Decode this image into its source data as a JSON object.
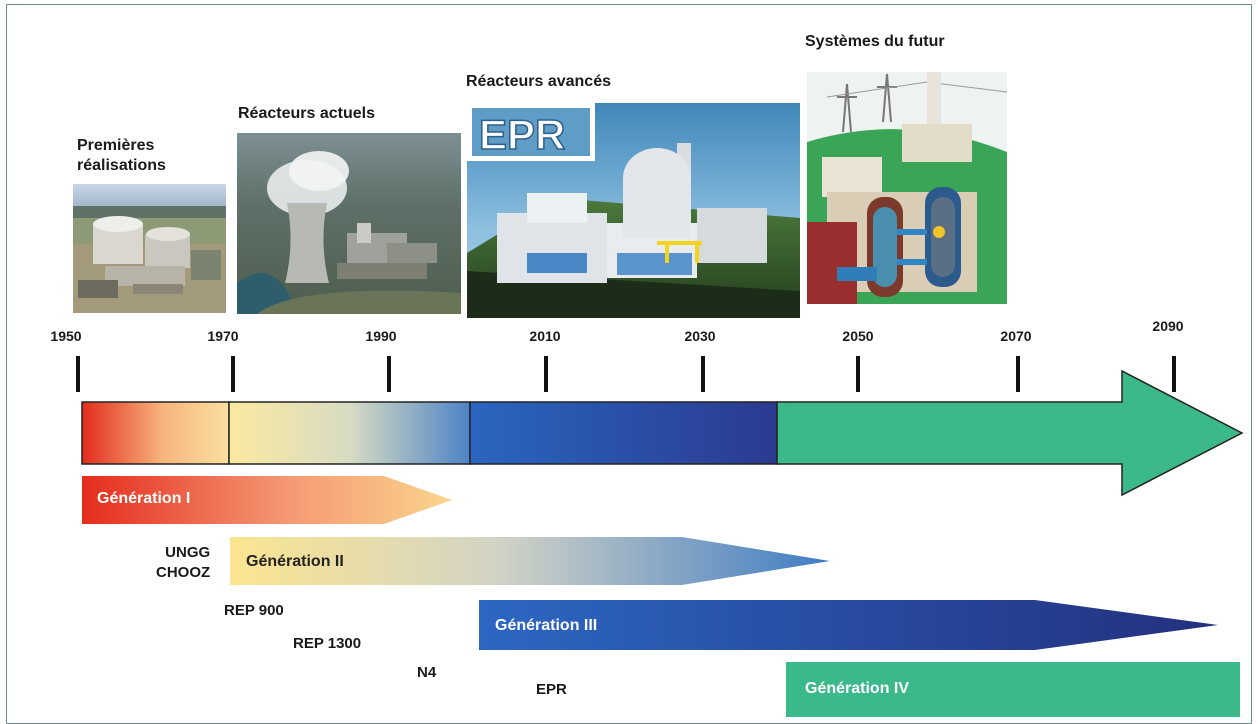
{
  "eras": {
    "premieres": [
      "Premières",
      "réalisations"
    ],
    "actuels": "Réacteurs actuels",
    "avances": "Réacteurs avancés",
    "futur": "Systèmes du futur"
  },
  "epr_logo": "EPR",
  "timeline": {
    "years": [
      "1950",
      "1970",
      "1990",
      "2010",
      "2030",
      "2050",
      "2070",
      "2090"
    ]
  },
  "generations": {
    "g1": "Génération I",
    "g2": "Génération II",
    "g3": "Génération III",
    "g4": "Génération IV"
  },
  "reactors": {
    "ungg": "UNGG",
    "chooz": "CHOOZ",
    "rep900": "REP 900",
    "rep1300": "REP 1300",
    "n4": "N4",
    "epr": "EPR"
  },
  "colors": {
    "gen1_red": "#e02a1c",
    "gen1_yellow": "#fbe69a",
    "gen3_blue": "#1f4fa8",
    "gen3_dark": "#25307e",
    "gen4_green": "#3cb98a",
    "frame": "#6d8c91"
  }
}
